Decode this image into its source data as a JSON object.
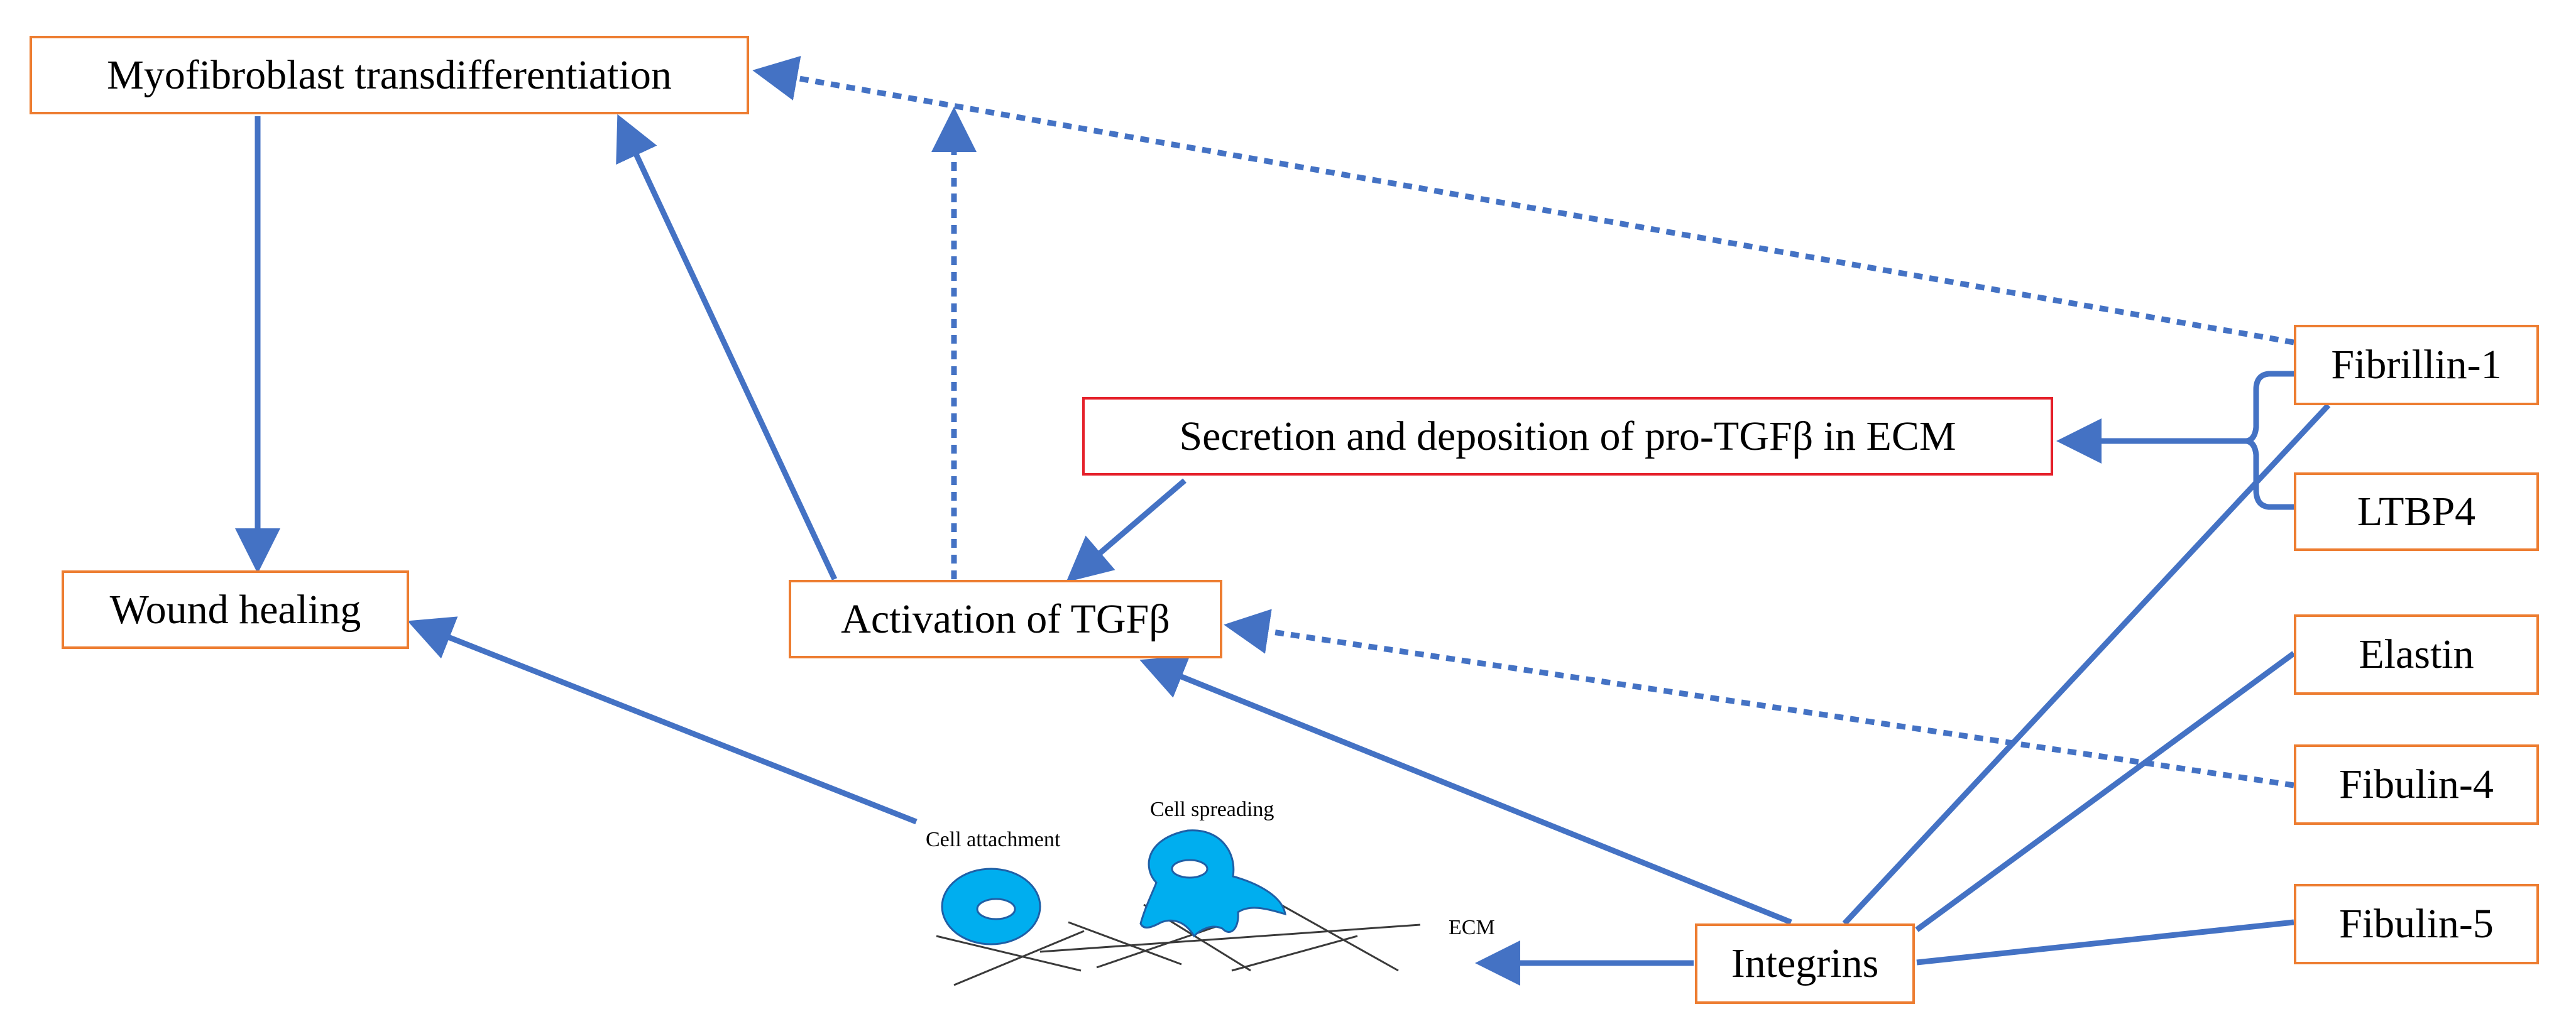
{
  "nodes": {
    "myofibroblast": "Myofibroblast transdifferentiation",
    "wound_healing": "Wound healing",
    "activation_tgfb": "Activation of TGFβ",
    "secretion": "Secretion and deposition of pro-TGFβ in ECM",
    "fibrillin1": "Fibrillin-1",
    "ltbp4": "LTBP4",
    "elastin": "Elastin",
    "fibulin4": "Fibulin-4",
    "fibulin5": "Fibulin-5",
    "integrins": "Integrins"
  },
  "illustration": {
    "cell_attachment": "Cell attachment",
    "cell_spreading": "Cell spreading",
    "ecm": "ECM"
  },
  "colors": {
    "arrow": "#4472C4",
    "node_border": "#ED7D31",
    "highlight_border": "#E5202A",
    "cell_fill": "#00AEEF"
  }
}
